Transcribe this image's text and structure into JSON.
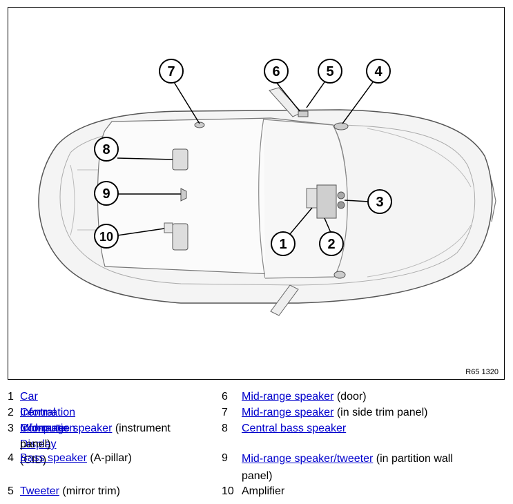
{
  "figure": {
    "ref_code": "R65 1320"
  },
  "callouts": [
    "1",
    "2",
    "3",
    "4",
    "5",
    "6",
    "7",
    "8",
    "9",
    "10"
  ],
  "legend": [
    {
      "num": "1",
      "link": "Car Information Computer",
      "rest": ""
    },
    {
      "num": "2",
      "link": "Central Information Display",
      "rest": " (CID)"
    },
    {
      "num": "3",
      "link": "Mid-range speaker",
      "rest": " (instrument",
      "rest2": "panel)"
    },
    {
      "num": "4",
      "link": "Bass speaker",
      "rest": " (A-pillar)"
    },
    {
      "num": "5",
      "link": "Tweeter",
      "rest": " (mirror trim)"
    },
    {
      "num": "6",
      "link": "Mid-range speaker",
      "rest": " (door)"
    },
    {
      "num": "7",
      "link": "Mid-range speaker",
      "rest": " (in side trim panel)"
    },
    {
      "num": "8",
      "link": "Central bass speaker",
      "rest": ""
    },
    {
      "num": "9",
      "link": "Mid-range speaker/tweeter",
      "rest": " (in partition wall",
      "rest2": "panel)"
    },
    {
      "num": "10",
      "link": "",
      "rest": "Amplifier"
    }
  ]
}
